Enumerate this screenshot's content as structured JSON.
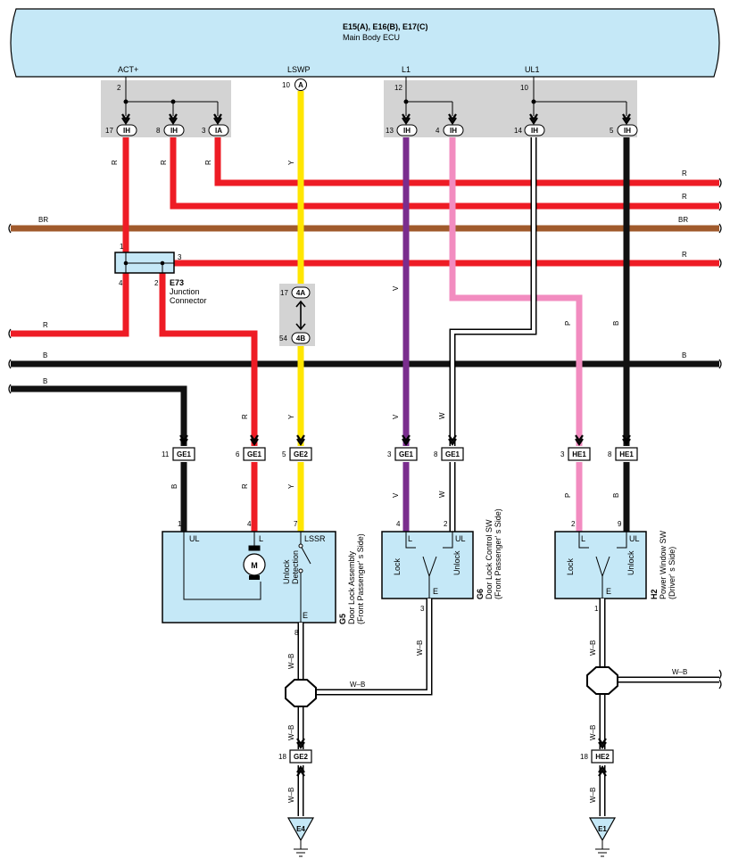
{
  "ecu": {
    "title": "E15(A), E16(B), E17(C)",
    "subtitle": "Main Body ECU",
    "terminals": [
      "ACT+",
      "LSWP",
      "L1",
      "UL1"
    ],
    "pins": [
      "2",
      "10",
      "12",
      "10"
    ],
    "lswp_conn": "A"
  },
  "ecu_conns": [
    {
      "pin": "17",
      "conn": "IH"
    },
    {
      "pin": "8",
      "conn": "IH"
    },
    {
      "pin": "3",
      "conn": "IA"
    },
    {
      "pin": "13",
      "conn": "IH"
    },
    {
      "pin": "4",
      "conn": "IH"
    },
    {
      "pin": "14",
      "conn": "IH"
    },
    {
      "pin": "5",
      "conn": "IH"
    }
  ],
  "wire_colors": {
    "R": "#ee1c25",
    "Y": "#ffe600",
    "V": "#7a2d8e",
    "P": "#f28cc0",
    "B": "#111111",
    "BR": "#a05a2c",
    "W": "#ffffff"
  },
  "wire_labels": {
    "r": "R",
    "y": "Y",
    "v": "V",
    "p": "P",
    "b": "B",
    "br": "BR",
    "w": "W",
    "wb": "W–B"
  },
  "junction": {
    "id": "E73",
    "name1": "Junction",
    "name2": "Connector",
    "pins": [
      "1",
      "3",
      "4",
      "2"
    ]
  },
  "inline": {
    "pin1": "17",
    "conn1": "4A",
    "pin2": "54",
    "conn2": "4B"
  },
  "lower_conns": [
    {
      "pin": "11",
      "conn": "GE1"
    },
    {
      "pin": "6",
      "conn": "GE1"
    },
    {
      "pin": "5",
      "conn": "GE2"
    },
    {
      "pin": "3",
      "conn": "GE1"
    },
    {
      "pin": "8",
      "conn": "GE1"
    },
    {
      "pin": "3",
      "conn": "HE1"
    },
    {
      "pin": "8",
      "conn": "HE1"
    }
  ],
  "g5": {
    "id": "G5",
    "name": "Door Lock Assembly",
    "side": "(Front Passenger' s Side)",
    "pins": [
      "1",
      "4",
      "7",
      "8"
    ],
    "terms": [
      "UL",
      "L",
      "LSSR",
      "E"
    ],
    "motor": "M",
    "switch1": "Unlock",
    "switch2": "Detection"
  },
  "g6": {
    "id": "G6",
    "name": "Door Lock Control SW",
    "side": "(Front Passenger' s Side)",
    "pins": [
      "4",
      "2",
      "3"
    ],
    "terms": [
      "L",
      "UL",
      "E"
    ],
    "lock": "Lock",
    "unlock": "Unlock"
  },
  "h2": {
    "id": "H2",
    "name": "Power Window SW",
    "side": "(Driver' s Side)",
    "pins": [
      "2",
      "9",
      "1"
    ],
    "terms": [
      "L",
      "UL",
      "E"
    ],
    "lock": "Lock",
    "unlock": "Unlock"
  },
  "grounds": [
    {
      "pin": "18",
      "conn": "GE2",
      "ground": "E4"
    },
    {
      "pin": "18",
      "conn": "HE2",
      "ground": "E1"
    }
  ]
}
